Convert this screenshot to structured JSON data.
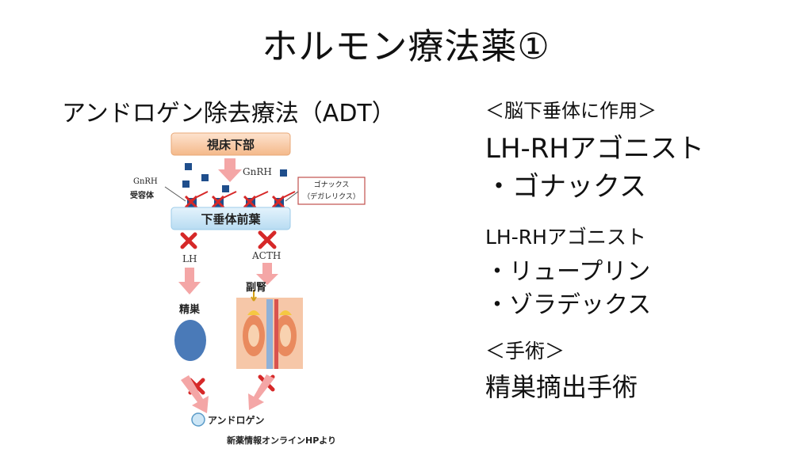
{
  "slide": {
    "title": "ホルモン療法薬①",
    "subtitle": "アンドロゲン除去療法（ADT）"
  },
  "right": {
    "heading_brain": "＜脳下垂体に作用＞",
    "antagonist_title": "LH-RHアゴニスト",
    "antagonist_item": "・ゴナックス",
    "agonist_title": "LH-RHアゴニスト",
    "agonist_items": [
      "・リュープリン",
      "・ゾラデックス"
    ],
    "heading_surgery": "＜手術＞",
    "surgery_item": "精巣摘出手術"
  },
  "diagram": {
    "hypothalamus": "視床下部",
    "gnrh": "GnRH",
    "receptor": [
      "GnRH",
      "受容体"
    ],
    "gonax_box": [
      "ゴナックス",
      "（デガレリクス）"
    ],
    "pituitary": "下垂体前葉",
    "lh": "LH",
    "acth": "ACTH",
    "adrenal": "副腎",
    "testis": "精巣",
    "androgen": "アンドロゲン",
    "source": "新薬情報オンラインHPより",
    "colors": {
      "box_fill": "#f8cfae",
      "pituitary_fill": "#cde6f6",
      "arrow": "#f4a6a6",
      "cross": "#d62828",
      "gnrh_square": "#1f4e8c",
      "testis": "#4a7ab8",
      "gonax_border": "#c0504d"
    }
  }
}
